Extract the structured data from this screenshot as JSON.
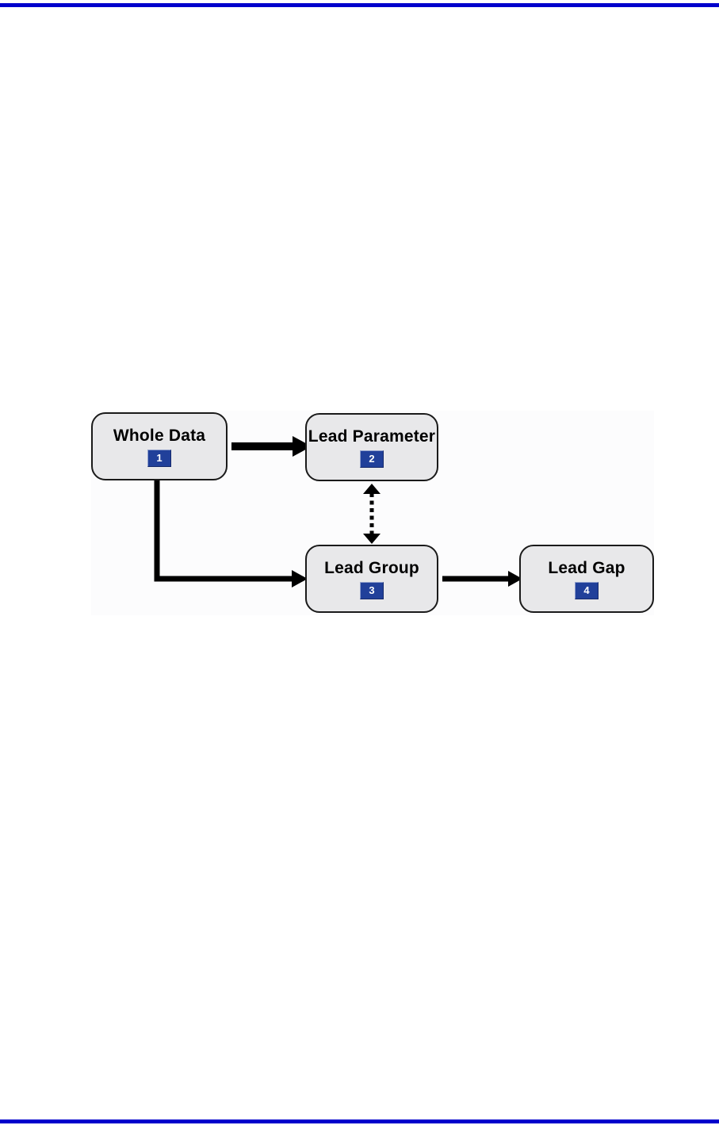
{
  "page": {
    "background": "#ffffff",
    "top_rule_color": "#0000cc",
    "bottom_rule_color": "#0000cc"
  },
  "diagram": {
    "title": "lead-data-flow-diagram",
    "background": "#fcfcfd",
    "node_fill": "#e8e8ea",
    "node_border": "#1a1a1a",
    "badge_fill": "#21409a",
    "badge_text_color": "#ffffff",
    "arrow_color": "#000000",
    "nodes": [
      {
        "id": "whole-data",
        "label": "Whole Data",
        "step": "1"
      },
      {
        "id": "lead-parameter",
        "label": "Lead Parameter",
        "step": "2"
      },
      {
        "id": "lead-group",
        "label": "Lead Group",
        "step": "3"
      },
      {
        "id": "lead-gap",
        "label": "Lead Gap",
        "step": "4"
      }
    ],
    "connections": [
      {
        "from": "1",
        "to": "2",
        "style": "solid-arrow"
      },
      {
        "from": "1",
        "to": "3",
        "style": "solid-elbow-arrow"
      },
      {
        "from": "2",
        "to": "3",
        "style": "dashed-double-arrow"
      },
      {
        "from": "3",
        "to": "4",
        "style": "solid-arrow"
      }
    ]
  }
}
